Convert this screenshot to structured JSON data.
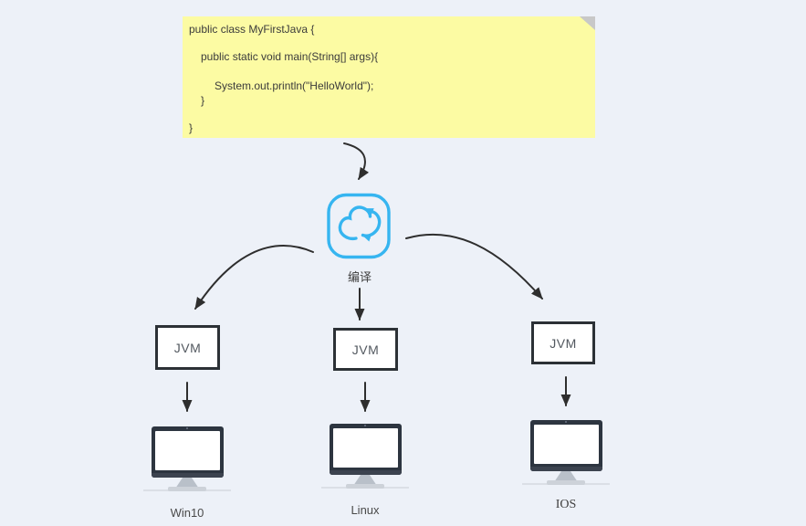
{
  "note": {
    "code_lines": [
      "public class MyFirstJava {",
      "public static void main(String[] args){",
      "System.out.println(\"HelloWorld\");",
      "}",
      "}"
    ]
  },
  "compiler": {
    "label": "编译",
    "icon": "cloud-sync-icon"
  },
  "jvms": [
    {
      "label": "JVM"
    },
    {
      "label": "JVM"
    },
    {
      "label": "JVM"
    }
  ],
  "platforms": [
    {
      "label": "Win10"
    },
    {
      "label": "Linux"
    },
    {
      "label": "IOS"
    }
  ],
  "colors": {
    "background": "#edf1f8",
    "note_bg": "#fcfba3",
    "note_fold": "#c8c8c8",
    "icon_blue": "#36b5f0",
    "arrow": "#2e2e2e",
    "monitor_frame": "#2d3540"
  }
}
